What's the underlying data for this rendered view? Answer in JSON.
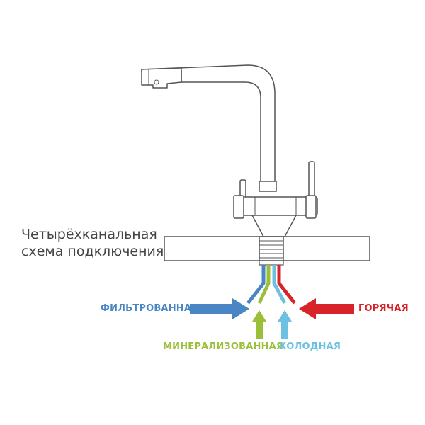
{
  "title": {
    "line1": "Четырёхканальная",
    "line2": "схема подключения"
  },
  "labels": {
    "filtered": "ФИЛЬТРОВАННАЯ",
    "hot": "ГОРЯЧАЯ",
    "mineralized": "МИНЕРАЛИЗОВАННАЯ",
    "cold": "ХОЛОДНАЯ"
  },
  "colors": {
    "filtered": "#4a86c4",
    "hot": "#d8232a",
    "mineralized": "#9cbf3a",
    "cold": "#6cc0e0",
    "outline": "#555555"
  }
}
